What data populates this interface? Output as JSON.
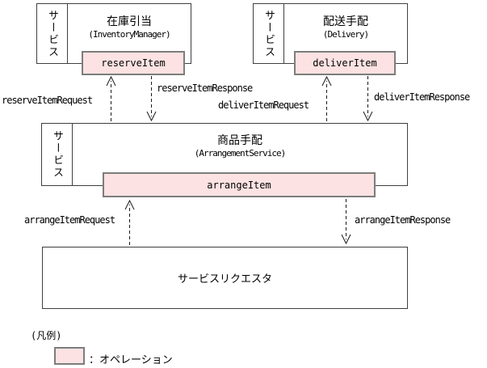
{
  "diagram": {
    "services": [
      {
        "column_label": "サービス",
        "title_jp": "在庫引当",
        "title_en": "(InventoryManager)",
        "operation_label": "reserveItem"
      },
      {
        "column_label": "サービス",
        "title_jp": "配送手配",
        "title_en": "(Delivery)",
        "operation_label": "deliverItem"
      },
      {
        "column_label": "サービス",
        "title_jp": "商品手配",
        "title_en": "(ArrangementService)",
        "operation_label": "arrangeItem"
      }
    ],
    "requester": {
      "label": "サービスリクエスタ"
    },
    "messages": [
      {
        "label": "reserveItemRequest",
        "direction": "up"
      },
      {
        "label": "reserveItemResponse",
        "direction": "down"
      },
      {
        "label": "deliverItemRequest",
        "direction": "up"
      },
      {
        "label": "deliverItemResponse",
        "direction": "down"
      },
      {
        "label": "arrangeItemRequest",
        "direction": "up"
      },
      {
        "label": "arrangeItemResponse",
        "direction": "down"
      }
    ],
    "legend": {
      "title": "(凡例)",
      "operation_label": "：オペレーション"
    },
    "colors": {
      "operation_fill": "#fce2e2",
      "operation_border": "#7d7d7d",
      "box_border": "#3f3f3f",
      "arrow": "#1a1a1a"
    }
  }
}
